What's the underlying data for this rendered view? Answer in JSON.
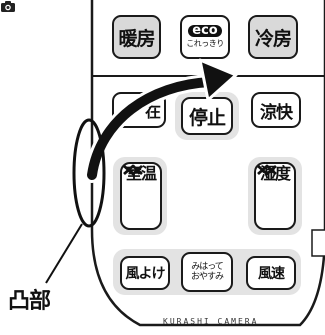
{
  "buttons": {
    "heat": "暖房",
    "eco_word": "eco",
    "eco_sub": "これっきり",
    "cool": "冷房",
    "partial_left": "在",
    "stop": "停止",
    "fresh": "涼快",
    "fan_direction": "風よけ",
    "watch_sleep_line1": "みはって",
    "watch_sleep_line2": "おやすみ",
    "fan_speed": "風速"
  },
  "steppers": {
    "temperature": "室温",
    "humidity": "湿度"
  },
  "callout_label": "凸部",
  "watermark": "KURASHI CAMERA"
}
